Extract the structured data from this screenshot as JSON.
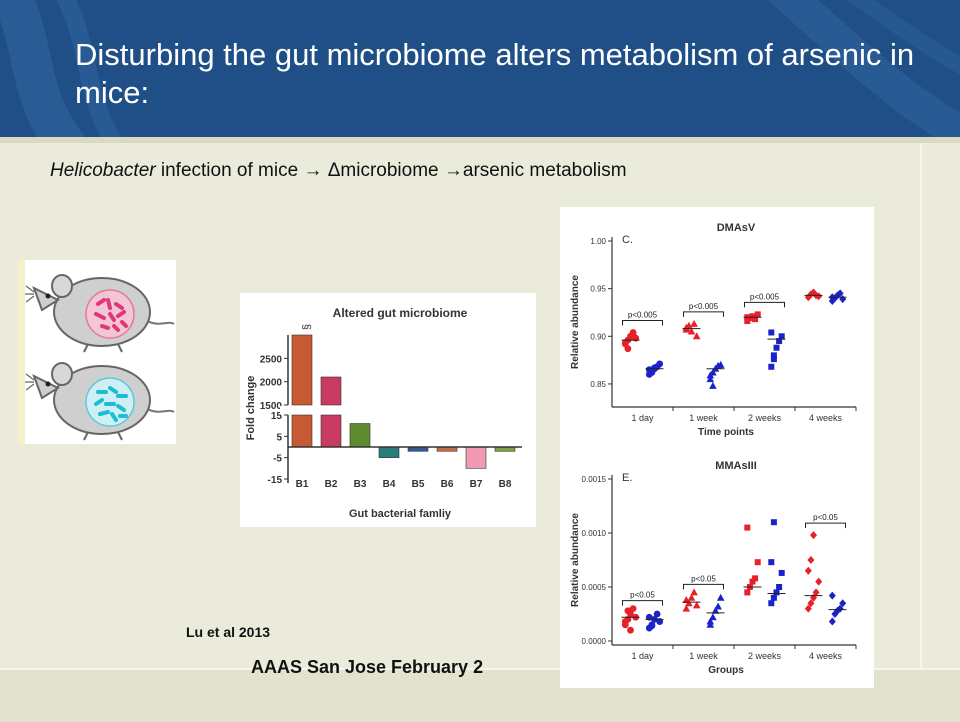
{
  "slide": {
    "title": "Disturbing the gut microbiome alters metabolism of arsenic in mice:",
    "subtitle_italic": "Helicobacter",
    "subtitle_rest": " infection of mice → Δmicrobiome →arsenic metabolism",
    "citation": "Lu et al 2013",
    "footer": "AAAS San Jose February 2"
  },
  "colors": {
    "header": "#1f4f86",
    "background": "#ebebdc",
    "red_group": "#e8202a",
    "blue_group": "#1c22c9"
  },
  "mice_icons": [
    "mouse-pink-bacteria",
    "mouse-cyan-bacteria"
  ],
  "chart_data": [
    {
      "type": "bar",
      "title": "Altered gut microbiome",
      "xlabel": "Gut bacterial famliy",
      "ylabel": "Fold change",
      "categories": [
        "B1",
        "B2",
        "B3",
        "B4",
        "B5",
        "B6",
        "B7",
        "B8"
      ],
      "values": [
        3000,
        2100,
        11,
        -5,
        -2,
        -2,
        -10,
        -2
      ],
      "colors": [
        "#c65a32",
        "#c83a60",
        "#5e8b2e",
        "#2a7d7a",
        "#2e5a9a",
        "#c86a3e",
        "#f19ab4",
        "#7ea040"
      ],
      "yticks_upper": [
        "2500",
        "2000",
        "1500"
      ],
      "yticks_lower": [
        "15",
        "5",
        "-5",
        "-15"
      ],
      "broken_axis": true,
      "annotation": "§"
    },
    {
      "type": "scatter",
      "panel_label": "C.",
      "title": "DMAsV",
      "xlabel": "Time points",
      "ylabel": "Relative abundance",
      "categories": [
        "1 day",
        "1 week",
        "2 weeks",
        "4 weeks"
      ],
      "ylim": [
        0.83,
        1.0
      ],
      "yticks": [
        "0.85",
        "0.90",
        "0.95",
        "1.00"
      ],
      "series": [
        {
          "values": [
            [
              0.892,
              0.896,
              0.9,
              0.904,
              0.898,
              0.893,
              0.887,
              0.899,
              0.902
            ],
            [
              0.907,
              0.911,
              0.905,
              0.913,
              0.9,
              0.909
            ],
            [
              0.916,
              0.919,
              0.921,
              0.918,
              0.923,
              0.92
            ],
            [
              0.941,
              0.944,
              0.946,
              0.943,
              0.942
            ]
          ],
          "markers": [
            "circle",
            "triangle",
            "square",
            "diamond"
          ]
        },
        {
          "values": [
            [
              0.86,
              0.863,
              0.866,
              0.868,
              0.871,
              0.865,
              0.862,
              0.867
            ],
            [
              0.855,
              0.862,
              0.866,
              0.869,
              0.87,
              0.859,
              0.848
            ],
            [
              0.868,
              0.88,
              0.888,
              0.895,
              0.9,
              0.904,
              0.876
            ],
            [
              0.937,
              0.94,
              0.943,
              0.945,
              0.939,
              0.941
            ]
          ],
          "markers": [
            "circle",
            "triangle",
            "square",
            "diamond"
          ]
        }
      ],
      "means": [
        [
          0.896,
          0.866
        ],
        [
          0.908,
          0.866
        ],
        [
          0.92,
          0.897
        ],
        [
          0.943,
          0.941
        ]
      ],
      "significance": [
        "p<0.005",
        "p<0.005",
        "p<0.005",
        ""
      ]
    },
    {
      "type": "scatter",
      "panel_label": "E.",
      "title": "MMAsIII",
      "xlabel": "Groups",
      "ylabel": "Relative abundance",
      "categories": [
        "1 day",
        "1 week",
        "2 weeks",
        "4 weeks"
      ],
      "ylim": [
        0,
        0.0015
      ],
      "yticks": [
        "0.0000",
        "0.0005",
        "0.0010",
        "0.0015"
      ],
      "series": [
        {
          "values": [
            [
              0.00015,
              0.0002,
              0.00025,
              0.0003,
              0.00022,
              0.00018,
              0.00028,
              0.0001
            ],
            [
              0.0003,
              0.00035,
              0.0004,
              0.00045,
              0.00033,
              0.00038
            ],
            [
              0.00045,
              0.0005,
              0.00055,
              0.00058,
              0.00073,
              0.00105
            ],
            [
              0.0003,
              0.00035,
              0.0004,
              0.00045,
              0.00055,
              0.00065,
              0.00075,
              0.00098
            ]
          ],
          "markers": [
            "circle",
            "triangle",
            "square",
            "diamond"
          ]
        },
        {
          "values": [
            [
              0.00012,
              0.00015,
              0.0002,
              0.00025,
              0.00018,
              0.00022,
              0.00014
            ],
            [
              0.00018,
              0.00022,
              0.00028,
              0.00032,
              0.0004,
              0.00015
            ],
            [
              0.00035,
              0.0004,
              0.00045,
              0.0005,
              0.00063,
              0.00073,
              0.0011
            ],
            [
              0.00018,
              0.00025,
              0.00028,
              0.0003,
              0.00035,
              0.00042
            ]
          ],
          "markers": [
            "circle",
            "triangle",
            "square",
            "diamond"
          ]
        }
      ],
      "means": [
        [
          0.00022,
          0.0002
        ],
        [
          0.00036,
          0.00026
        ],
        [
          0.0005,
          0.00044
        ],
        [
          0.00042,
          0.00029
        ]
      ],
      "significance": [
        "p<0.05",
        "p<0.05",
        "",
        "p<0.05"
      ]
    }
  ]
}
